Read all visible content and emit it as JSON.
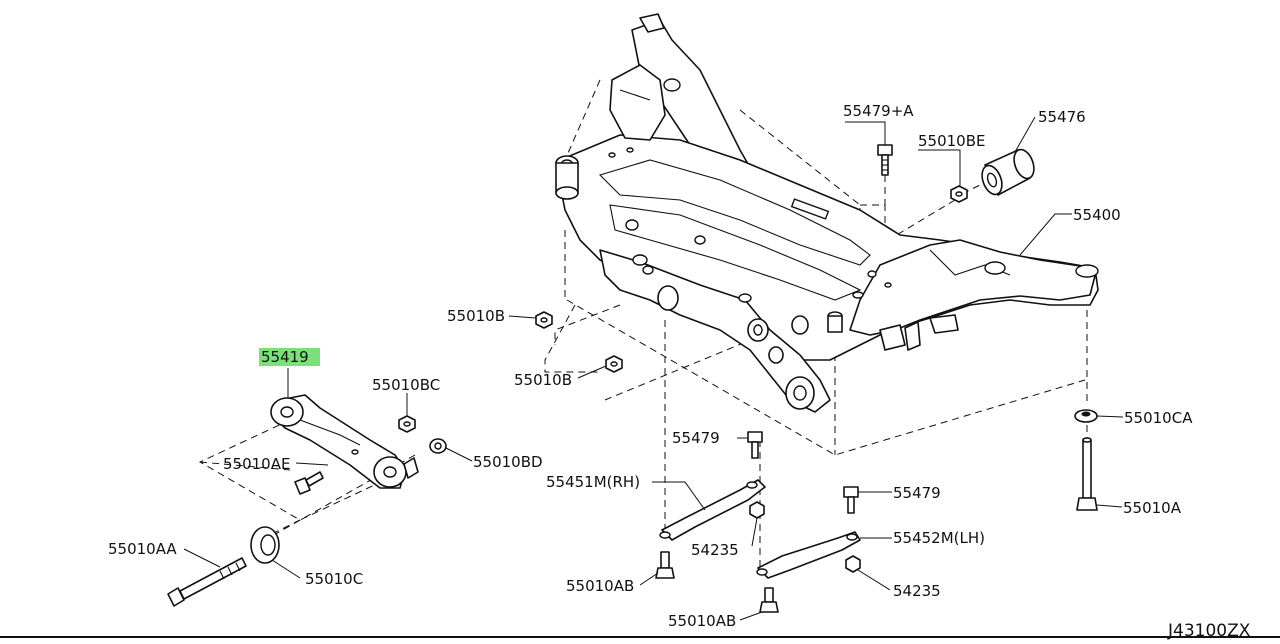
{
  "diagram_id": "J43100ZX",
  "highlight_color": "#7be07b",
  "line_color": "#111111",
  "callouts": {
    "c55479A": "55479+A",
    "c55010BE": "55010BE",
    "c55476": "55476",
    "c55400": "55400",
    "c55010B_1": "55010B",
    "c55010B_2": "55010B",
    "c55419": "55419",
    "c55010BC": "55010BC",
    "c55010AE": "55010AE",
    "c55010BD": "55010BD",
    "c55010AA": "55010AA",
    "c55010C": "55010C",
    "c55479_1": "55479",
    "c55451M": "55451M(RH)",
    "c54235_1": "54235",
    "c55010AB_1": "55010AB",
    "c55479_2": "55479",
    "c55452M": "55452M(LH)",
    "c54235_2": "54235",
    "c55010AB_2": "55010AB",
    "c55010CA": "55010CA",
    "c55010A": "55010A"
  }
}
